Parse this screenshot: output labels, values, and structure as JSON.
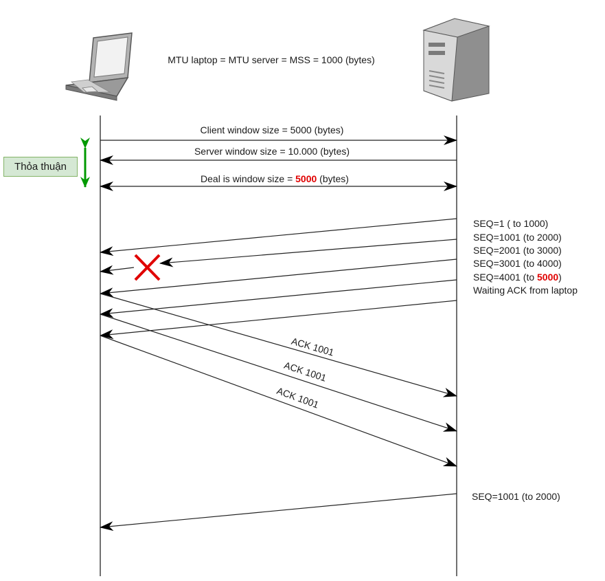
{
  "header": {
    "mtu_note": "MTU laptop = MTU server = MSS = 1000 (bytes)"
  },
  "nodes": {
    "client_icon": "laptop-icon",
    "server_icon": "server-tower-icon"
  },
  "negotiation": {
    "badge": "Thỏa thuận",
    "client_window": "Client window size = 5000 (bytes)",
    "server_window": "Server window size = 10.000 (bytes)",
    "deal_prefix": "Deal is window size = ",
    "deal_value": "5000",
    "deal_suffix": " (bytes)"
  },
  "segments": {
    "seq1": "SEQ=1 ( to 1000)",
    "seq2": "SEQ=1001 (to 2000)",
    "seq3": "SEQ=2001 (to 3000)",
    "seq4": "SEQ=3001 (to 4000)",
    "seq5_prefix": "SEQ=4001 (to ",
    "seq5_value": "5000",
    "seq5_suffix": ")",
    "waiting": "Waiting ACK from laptop"
  },
  "acks": [
    "ACK 1001",
    "ACK 1001",
    "ACK 1001"
  ],
  "retransmit": "SEQ=1001 (to 2000)",
  "colors": {
    "highlight": "#e00000",
    "lost_marker": "#e00000",
    "agreement_arrow": "#009900",
    "badge_fill": "#d5e8d4",
    "badge_border": "#82b366"
  }
}
